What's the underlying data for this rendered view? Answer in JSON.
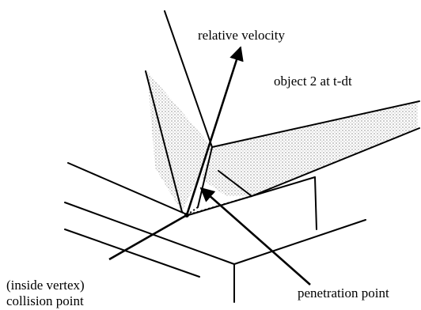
{
  "labels": {
    "relative_velocity": "relative velocity",
    "object2": "object 2 at t-dt",
    "inside_vertex": "(inside vertex)",
    "collision_point": "collision point",
    "penetration_point": "penetration point"
  },
  "colors": {
    "ink": "#000000",
    "shading": "#bdbdbd",
    "background": "#ffffff"
  }
}
